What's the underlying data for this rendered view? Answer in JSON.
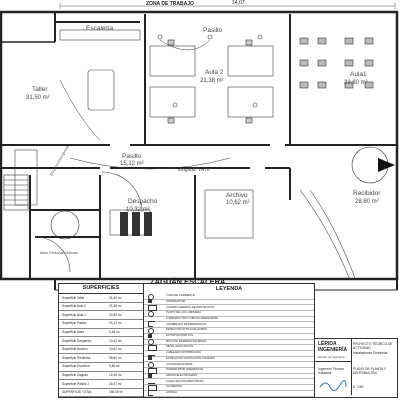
{
  "dimension_top": "14,07",
  "dimension_header": "ZONA DE TRABAJO",
  "rooms": [
    {
      "id": "escaleria",
      "name": "Escalería",
      "area": ""
    },
    {
      "id": "pasillo",
      "name": "Pasillo",
      "area": ""
    },
    {
      "id": "taller",
      "name": "Taller",
      "area": "31,50 m²"
    },
    {
      "id": "aula2",
      "name": "Aula 2",
      "area": "21,38 m²"
    },
    {
      "id": "aula1",
      "name": "Aula1",
      "area": "22,80 m²"
    },
    {
      "id": "pasillo2",
      "name": "Pasillo",
      "area": "15,12 m²"
    },
    {
      "id": "despacho",
      "name": "Despacho",
      "area": "10,32 m²"
    },
    {
      "id": "archivo",
      "name": "Archivo",
      "area": "10,62 m²"
    },
    {
      "id": "recibidor",
      "name": "Recibidor",
      "area": "28,60 m²"
    },
    {
      "id": "aseo",
      "name": "Aseo Personal Señoras",
      "area": ""
    },
    {
      "id": "escalera_int",
      "name": "Escalera Emergencia",
      "area": ""
    }
  ],
  "longitud_label": "longitud: 14 m",
  "zaguan_title": "ZAGUÁN ESCALERA",
  "superficies": {
    "title": "SUPERFICIES",
    "rows": [
      {
        "name": "Superficie Taller",
        "value": "31,50 m²"
      },
      {
        "name": "Superficie Aula 2",
        "value": "21,38 m²"
      },
      {
        "name": "Superficie Aula 1",
        "value": "22,80 m²"
      },
      {
        "name": "Superficie Pasillo",
        "value": "15,12 m²"
      },
      {
        "name": "Superficie Aseo",
        "value": "5,48 m²"
      },
      {
        "name": "Superficie Despacho",
        "value": "10,32 m²"
      },
      {
        "name": "Superficie Archivo",
        "value": "10,62 m²"
      },
      {
        "name": "Superficie Recibidor",
        "value": "28,60 m²"
      },
      {
        "name": "Superficie Escalera",
        "value": "9,80 m²"
      },
      {
        "name": "Superficie Zaguán",
        "value": "12,40 m²"
      },
      {
        "name": "Superficie Pasillo 2",
        "value": "18,47 m²"
      },
      {
        "name": "SUPERFICIE TOTAL",
        "value": "186,09 m²"
      }
    ]
  },
  "leyenda": {
    "title": "LEYENDA",
    "items": [
      "TOMA DE CORRIENTE",
      "INTERRUPTOR",
      "CUADRO GENERAL DE PROTECCIÓN",
      "PUNTO DE LUZ LUMINARIA",
      "LUMINARIA TIPO TUBO FLUORESCENTE",
      "ALUMBRADO DE EMERGENCIA",
      "DETECTOR ÓPTICO DE HUMOS",
      "EXTINTOR PORTÁTIL",
      "BOCA DE INCENDIO EQUIPADA",
      "SEÑAL EVACUACIÓN",
      "CABLEADO DISTRIBUCIÓN",
      "EXTRACTOR VENTILACIÓN FORZADA",
      "PULSADOR ALARMA",
      "INTERRUPTOR DIFERENCIAL",
      "GRUPO ELECTRÓGENO",
      "CANALIZACIÓN EMPOTRADA",
      "ACOMETIDA",
      "ANTENA"
    ]
  },
  "titleblock": {
    "logo": "LÉRIDA INGENIERÍA",
    "logo_sub": "Estudio de Ingeniería",
    "project": "PROYECTO TÉCNICO DE ACTIVIDAD",
    "client": "Instalaciones Eléctricas",
    "author_label": "Ingeniero Técnico Industrial",
    "plan_name": "PLANO DE PLANTA Y DISTRIBUCIÓN",
    "scale": "E: 1/50"
  }
}
